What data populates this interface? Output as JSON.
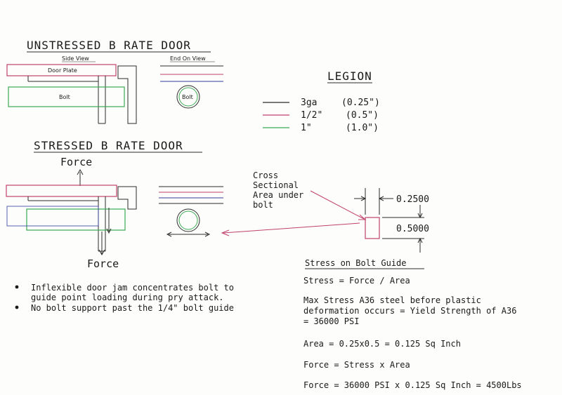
{
  "titles": {
    "unstressed": "UNSTRESSED B RATE DOOR",
    "stressed": "STRESSED B RATE DOOR",
    "legend": "LEGION"
  },
  "views": {
    "side": "Side View",
    "end": "End On View"
  },
  "labels": {
    "door_plate": "Door Plate",
    "bolt_side": "Bolt",
    "bolt_end": "Bolt",
    "force_top": "Force",
    "force_bottom": "Force",
    "cross_section": [
      "Cross",
      "Sectional",
      "Area under",
      "bolt"
    ]
  },
  "legend": [
    {
      "gauge": "3ga",
      "size": "(0.25\")",
      "color": "#2b2b2b"
    },
    {
      "gauge": "1/2\"",
      "size": "(0.5\")",
      "color": "#c0406e"
    },
    {
      "gauge": "1\"",
      "size": "(1.0\")",
      "color": "#3aaa55"
    }
  ],
  "dimensions": {
    "width": "0.2500",
    "height": "0.5000"
  },
  "bullets": [
    [
      "Inflexible door jam concentrates bolt to",
      "guide point loading during pry attack."
    ],
    [
      "No bolt support past the 1/4\" bolt guide"
    ]
  ],
  "calc": {
    "heading": "Stress on Bolt Guide",
    "lines": [
      [
        "Stress = Force / Area"
      ],
      [
        "Max Stress A36 steel before plastic",
        "deformation occurs = Yield Strength of A36",
        "= 36000 PSI"
      ],
      [
        "Area = 0.25x0.5 = 0.125 Sq Inch"
      ],
      [
        "Force = Stress x Area"
      ],
      [
        "Force = 36000 PSI x 0.125 Sq Inch = 4500Lbs"
      ]
    ]
  },
  "colors": {
    "pink": "#c0406e",
    "green": "#3aaa55",
    "blue": "#2e3a9e",
    "black": "#2b2b2b"
  }
}
